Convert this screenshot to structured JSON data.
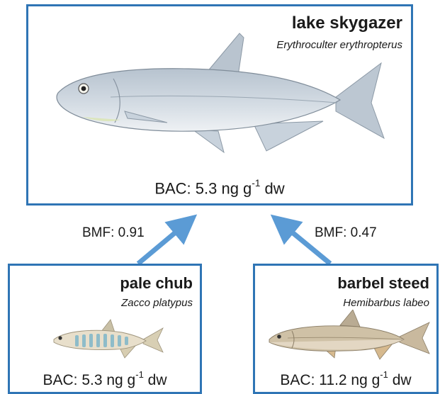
{
  "top": {
    "name": "lake skygazer",
    "scientific": "Erythroculter erythropterus",
    "bac_prefix": "BAC: 5.3 ng g",
    "bac_exp": "-1",
    "bac_suffix": " dw"
  },
  "left": {
    "name": "pale chub",
    "scientific": "Zacco platypus",
    "bac_prefix": "BAC: 5.3 ng g",
    "bac_exp": "-1",
    "bac_suffix": " dw",
    "bmf": "BMF: 0.91"
  },
  "right": {
    "name": "barbel steed",
    "scientific": "Hemibarbus labeo",
    "bac_prefix": "BAC: 11.2 ng g",
    "bac_exp": "-1",
    "bac_suffix": " dw",
    "bmf": "BMF: 0.47"
  },
  "colors": {
    "box_border": "#2f75b5",
    "arrow": "#5b9bd5"
  },
  "icons": {
    "top": "skygazer-fish-icon",
    "left": "pale-chub-fish-icon",
    "right": "barbel-steed-fish-icon"
  }
}
